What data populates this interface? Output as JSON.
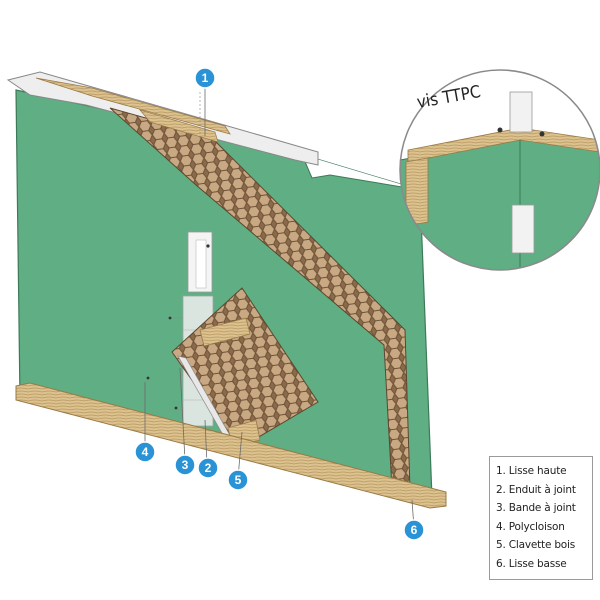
{
  "inset": {
    "label": "vis TTPC"
  },
  "legend": {
    "items": [
      "1. Lisse haute",
      "2. Enduit à joint",
      "3. Bande à joint",
      "4. Polycloison",
      "5. Clavette bois",
      "6. Lisse basse"
    ]
  },
  "callouts": [
    "1",
    "2",
    "3",
    "4",
    "5",
    "6"
  ],
  "colors": {
    "board": "#5fae84",
    "board_edge": "#3d7a59",
    "honeycomb": "#8a6a4a",
    "honeycomb_cell": "#c4a27c",
    "timber": "#d9c08a",
    "callout": "#2a93d5"
  }
}
